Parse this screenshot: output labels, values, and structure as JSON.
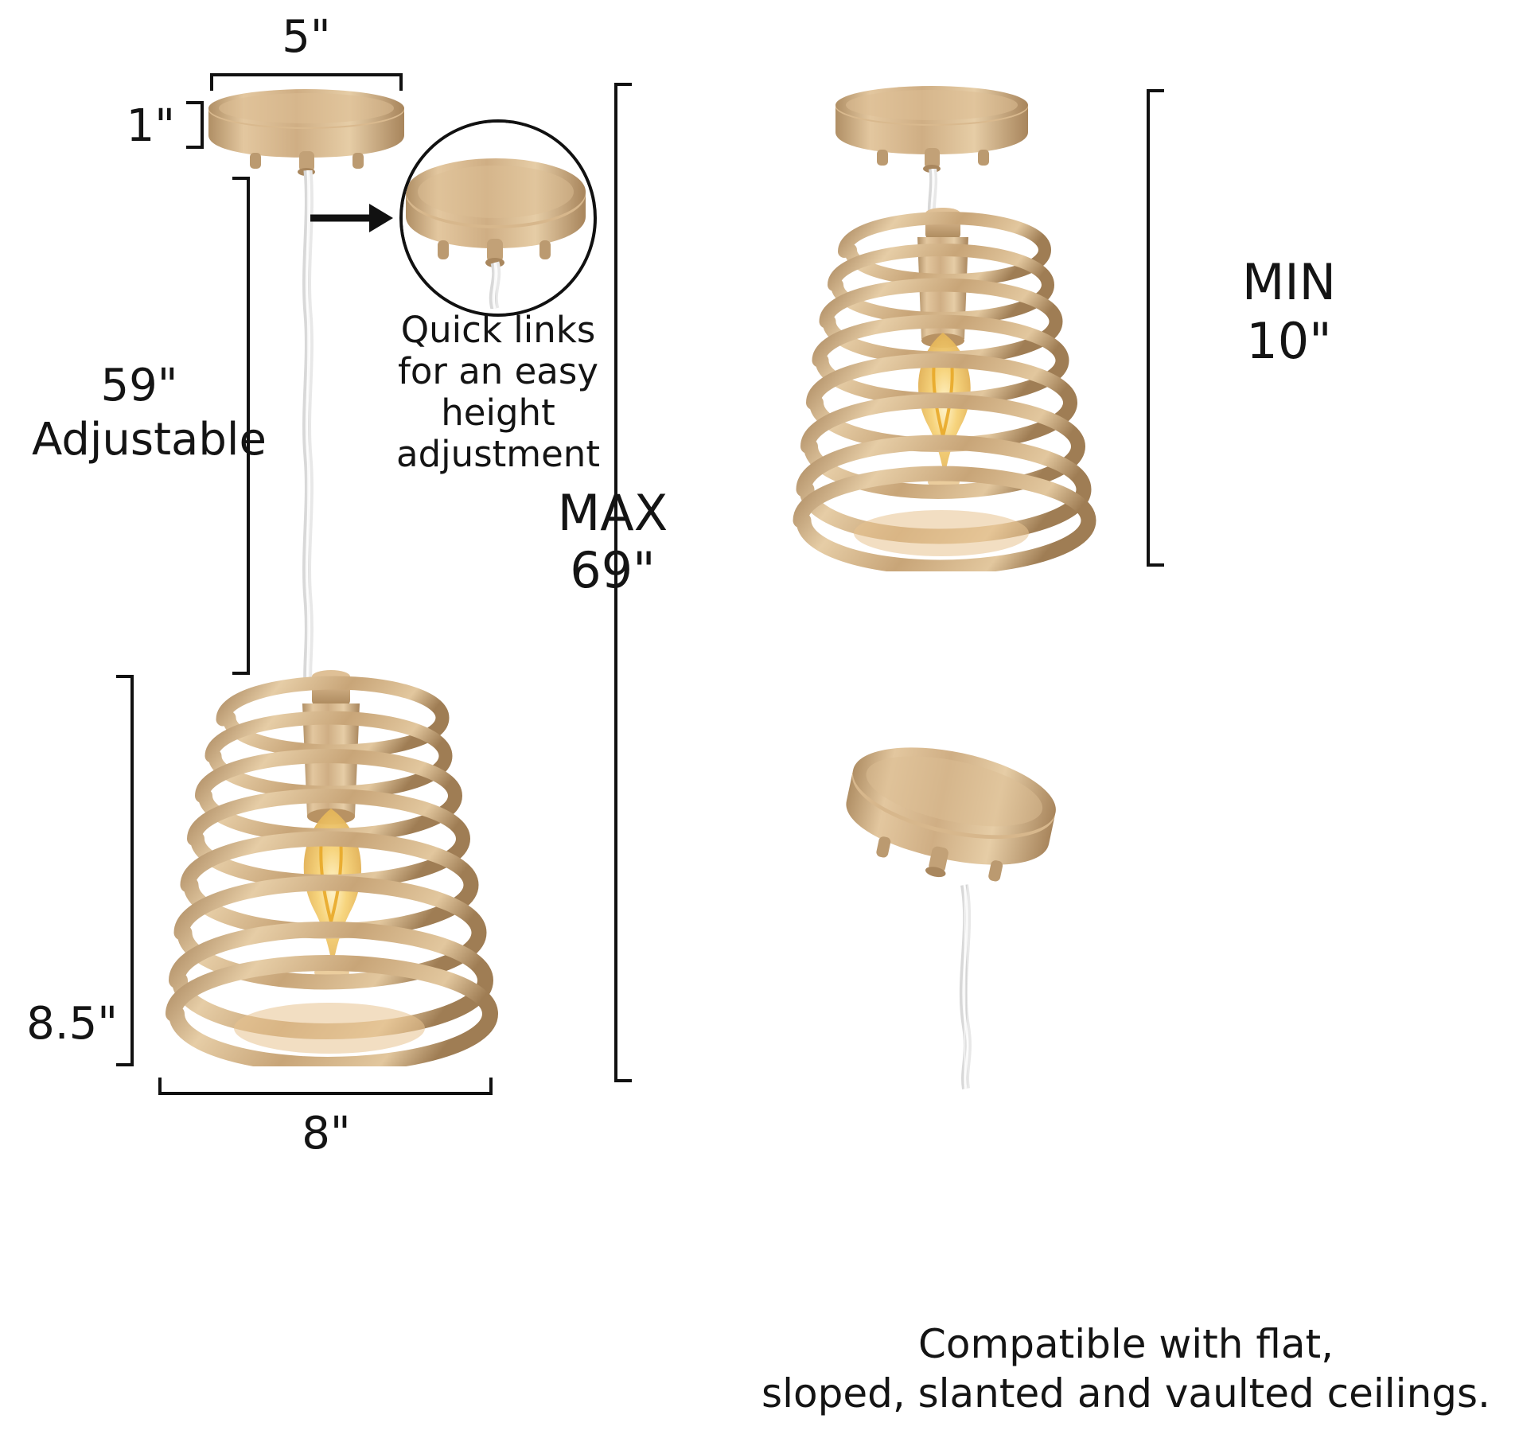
{
  "figure": {
    "title": "Pendant light dimension diagram",
    "background": "#ffffff",
    "metal_color": "#c8a578",
    "metal_color_light": "#e0c49c",
    "metal_color_dark": "#a5845c",
    "bulb_color": "#f0c040",
    "line_color": "#111111"
  },
  "left_view": {
    "canopy_width_label": "5\"",
    "canopy_height_label": "1\"",
    "cord_label_line1": "59\"",
    "cord_label_line2": "Adjustable",
    "shade_height_label": "8.5\"",
    "shade_width_label": "8\"",
    "max_label_line1": "MAX",
    "max_label_line2": "69\""
  },
  "callout": {
    "caption_line1": "Quick links",
    "caption_line2": "for an easy",
    "caption_line3": "height",
    "caption_line4": "adjustment"
  },
  "right_view": {
    "min_label_line1": "MIN",
    "min_label_line2": "10\""
  },
  "bottom_note": {
    "line1": "Compatible with flat,",
    "line2": "sloped, slanted and vaulted ceilings."
  }
}
